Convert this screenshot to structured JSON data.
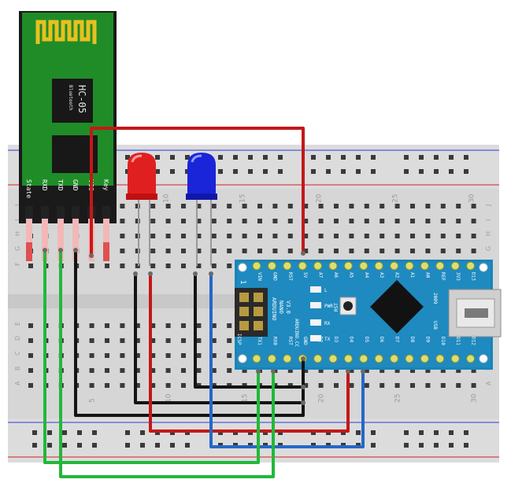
{
  "bluetooth": {
    "model": "HC-05",
    "subtitle": "Bluetooth",
    "pins": [
      "State",
      "RXD",
      "TXD",
      "GND",
      "VCC",
      "Key"
    ]
  },
  "arduino": {
    "name_lines": [
      "ARDUINO",
      "NANO",
      "V3.0"
    ],
    "site": "ARDUINO.CC",
    "icsp": "ICSP",
    "pin1": "1",
    "board_year": "2009",
    "usb": "USB",
    "rst_button": "RST",
    "leds": [
      "L",
      "PWR",
      "RX",
      "TX"
    ],
    "top_pins": [
      "VIN",
      "GND",
      "RST",
      "5V",
      "A7",
      "A6",
      "A5",
      "A4",
      "A3",
      "A2",
      "A1",
      "A0",
      "REF",
      "3V3",
      "D13"
    ],
    "bottom_pins": [
      "TX1",
      "RX0",
      "RST",
      "GND",
      "D2",
      "D3",
      "D4",
      "D5",
      "D6",
      "D7",
      "D8",
      "D9",
      "D10",
      "D11",
      "D12"
    ]
  },
  "breadboard": {
    "column_numbers": [
      "5",
      "10",
      "15",
      "20",
      "25",
      "30"
    ],
    "row_letters_top": [
      "J",
      "I",
      "H",
      "G",
      "F"
    ],
    "row_letters_bottom": [
      "E",
      "D",
      "C",
      "B",
      "A"
    ]
  },
  "leds": [
    {
      "color": "red",
      "hex": "#e02020"
    },
    {
      "color": "blue",
      "hex": "#1a24d8"
    }
  ],
  "wire_colors": {
    "red": "#c41818",
    "black": "#141414",
    "blue": "#2468c8",
    "green": "#22b83a"
  }
}
